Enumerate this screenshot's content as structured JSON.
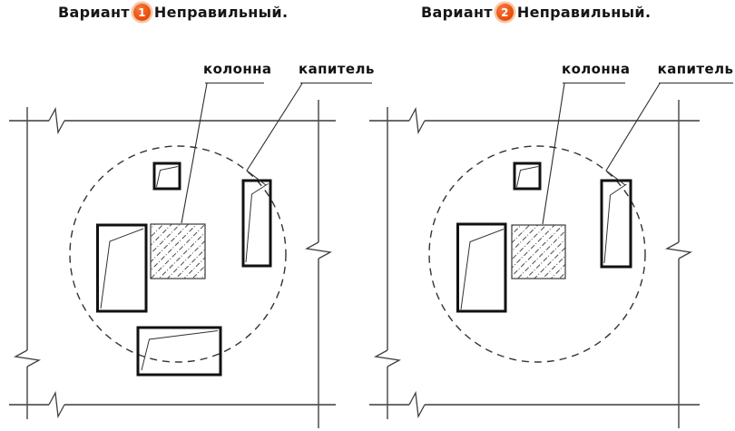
{
  "page": {
    "background": "#ffffff"
  },
  "colors": {
    "badge_fill_top": "#f5793f",
    "badge_fill_bottom": "#dd3c02",
    "badge_ring": "#f7c5a1",
    "badge_text": "#ffffff",
    "grid_line": "#6b6b6b",
    "object_line": "#111111",
    "thin_line": "#333333"
  },
  "variants": [
    {
      "title_prefix": "Вариант",
      "number": "1",
      "title_suffix": "Неправильный.",
      "labels": {
        "column": "колонна",
        "capital": "капитель"
      }
    },
    {
      "title_prefix": "Вариант",
      "number": "2",
      "title_suffix": "Неправильный.",
      "labels": {
        "column": "колонна",
        "capital": "капитель"
      }
    }
  ]
}
